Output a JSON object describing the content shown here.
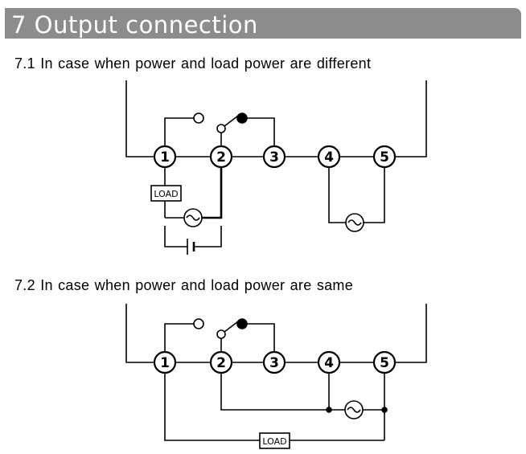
{
  "header": {
    "title": "7 Output connection"
  },
  "sections": [
    {
      "heading": "7.1 In case when power and load power are different",
      "terminals": [
        "1",
        "2",
        "3",
        "4",
        "5"
      ],
      "load_label": "LOAD"
    },
    {
      "heading": "7.2 In case when power and load power are same",
      "terminals": [
        "1",
        "2",
        "3",
        "4",
        "5"
      ],
      "load_label": "LOAD"
    }
  ],
  "colors": {
    "header_bg": "#8c8c8c",
    "header_text": "#ffffff",
    "line": "#000000"
  }
}
